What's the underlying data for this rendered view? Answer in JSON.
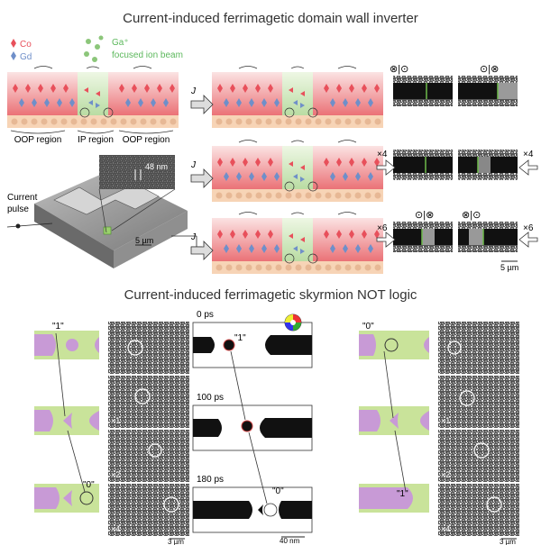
{
  "titles": {
    "top": "Current-induced ferrimagetic domain wall inverter",
    "bottom": "Current-induced ferrimagetic skyrmion NOT logic"
  },
  "legend": {
    "co": "Co",
    "gd": "Gd",
    "ga": "Ga⁺",
    "fib": "focused ion beam"
  },
  "regions": {
    "oop_left": "OOP region",
    "ip": "IP region",
    "oop_right": "OOP region"
  },
  "device": {
    "current_pulse_line1": "Current",
    "current_pulse_line2": "pulse",
    "inset_scale": "48 nm",
    "scale": "5 µm"
  },
  "inverter": {
    "current_label": "J",
    "row1_left": "⊗|⊙",
    "row1_right": "⊙|⊗",
    "row2_left_mult": "×4",
    "row2_right_mult": "×4",
    "row3_left_mult": "×6",
    "row3_right_mult": "×6",
    "row3_left_sym": "⊙|⊗",
    "row3_right_sym": "⊗|⊙",
    "scale": "5 µm"
  },
  "logic": {
    "one": "\"1\"",
    "zero": "\"0\"",
    "t0": "0 ps",
    "t1": "100 ps",
    "t2": "180 ps",
    "mult1": "×1",
    "mult2": "×2",
    "mult4": "×4",
    "scale_left": "3 µm",
    "scale_mid": "40 nm",
    "scale_right": "3 µm"
  },
  "colors": {
    "co": "#e8505b",
    "gd": "#6f8fc9",
    "ion": "#5cb85c",
    "track_green": "#c9e39a",
    "track_purple": "#c89ad6"
  }
}
